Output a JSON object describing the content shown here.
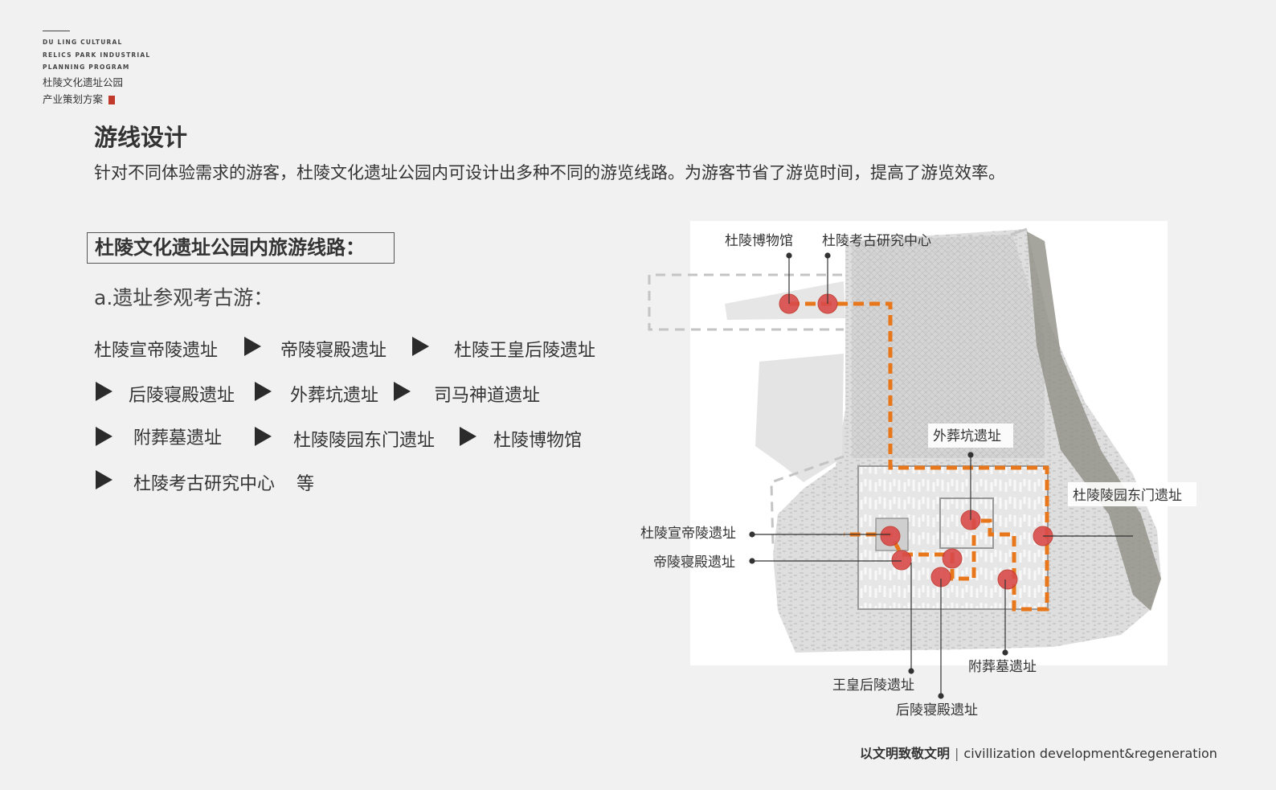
{
  "brand": {
    "en_lines": [
      "DU LING CULTURAL",
      "RELICS PARK INDUSTRIAL",
      "PLANNING PROGRAM"
    ],
    "cn_line1": "杜陵文化遗址公园",
    "cn_line2": "产业策划方案"
  },
  "header": {
    "title": "游线设计",
    "subtitle": "针对不同体验需求的游客，杜陵文化遗址公园内可设计出多种不同的游览线路。为游客节省了游览时间，提高了游览效率。"
  },
  "route": {
    "box_title": "杜陵文化遗址公园内旅游线路：",
    "subtitle": "a.遗址参观考古游：",
    "stops": [
      "杜陵宣帝陵遗址",
      "帝陵寝殿遗址",
      "杜陵王皇后陵遗址",
      "后陵寝殿遗址",
      "外葬坑遗址",
      "司马神道遗址",
      "附葬墓遗址",
      "杜陵陵园东门遗址",
      "杜陵博物馆",
      "杜陵考古研究中心"
    ],
    "etc": "等"
  },
  "map": {
    "labels": {
      "museum": "杜陵博物馆",
      "research": "杜陵考古研究中心",
      "burial_pit": "外葬坑遗址",
      "east_gate": "杜陵陵园东门遗址",
      "xuandi": "杜陵宣帝陵遗址",
      "dilin_palace": "帝陵寝殿遗址",
      "empress_tomb": "王皇后陵遗址",
      "empress_palace": "后陵寝殿遗址",
      "attached_tomb": "附葬墓遗址"
    },
    "colors": {
      "route": "#e8761b",
      "site": "#d94a4a",
      "site_border": "#c0392b"
    }
  },
  "footer": {
    "cn": "以文明致敬文明",
    "en": "civillization development&regeneration"
  }
}
